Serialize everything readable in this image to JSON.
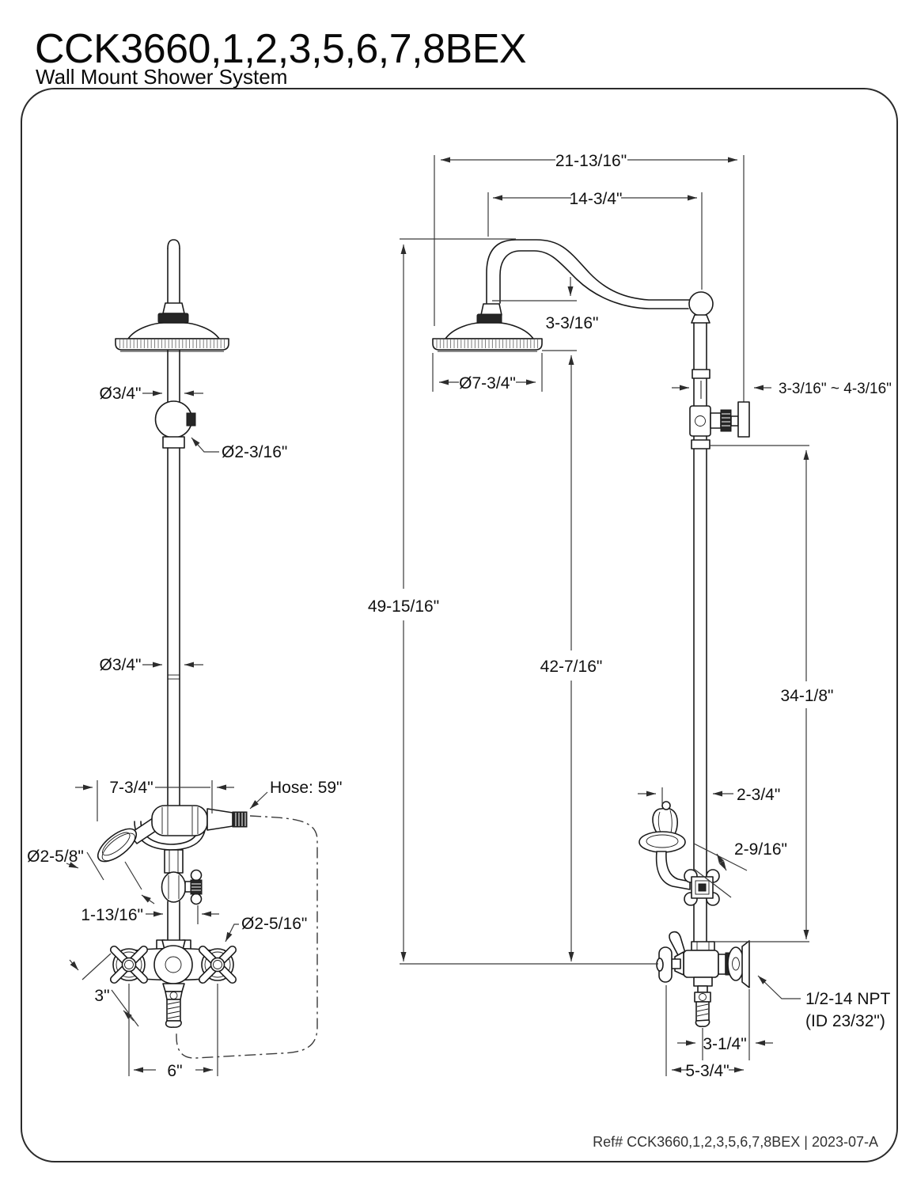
{
  "header": {
    "model": "CCK3660,1,2,3,5,6,7,8BEX",
    "subtitle": "Wall Mount Shower System"
  },
  "footer": {
    "ref": "Ref# CCK3660,1,2,3,5,6,7,8BEX | 2023-07-A"
  },
  "front_view": {
    "pipe_od_upper": "Ø3/4\"",
    "ball_joint_od": "Ø2-3/16\"",
    "pipe_od_lower": "Ø3/4\"",
    "cradle_width": "7-3/4\"",
    "hose_length": "Hose: 59\"",
    "handshower_od": "Ø2-5/8\"",
    "diverter_offset": "1-13/16\"",
    "escutcheon_od": "Ø2-5/16\"",
    "handle_od": "3\"",
    "handle_centers": "6\""
  },
  "side_view": {
    "reach_overall": "21-13/16\"",
    "arm_reach": "14-3/4\"",
    "arm_drop": "3-3/16\"",
    "head_od": "Ø7-3/4\"",
    "bracket_adjust": "3-3/16\" ~ 4-3/16\"",
    "overall_height": "49-15/16\"",
    "head_to_outlet": "42-7/16\"",
    "bracket_to_outlet": "34-1/8\"",
    "holder_offset": "2-3/4\"",
    "holder_valve": "2-9/16\"",
    "npt_line1": "1/2-14 NPT",
    "npt_line2": "(ID 23/32\")",
    "spout_to_wall": "3-1/4\"",
    "valve_width": "5-3/4\""
  }
}
